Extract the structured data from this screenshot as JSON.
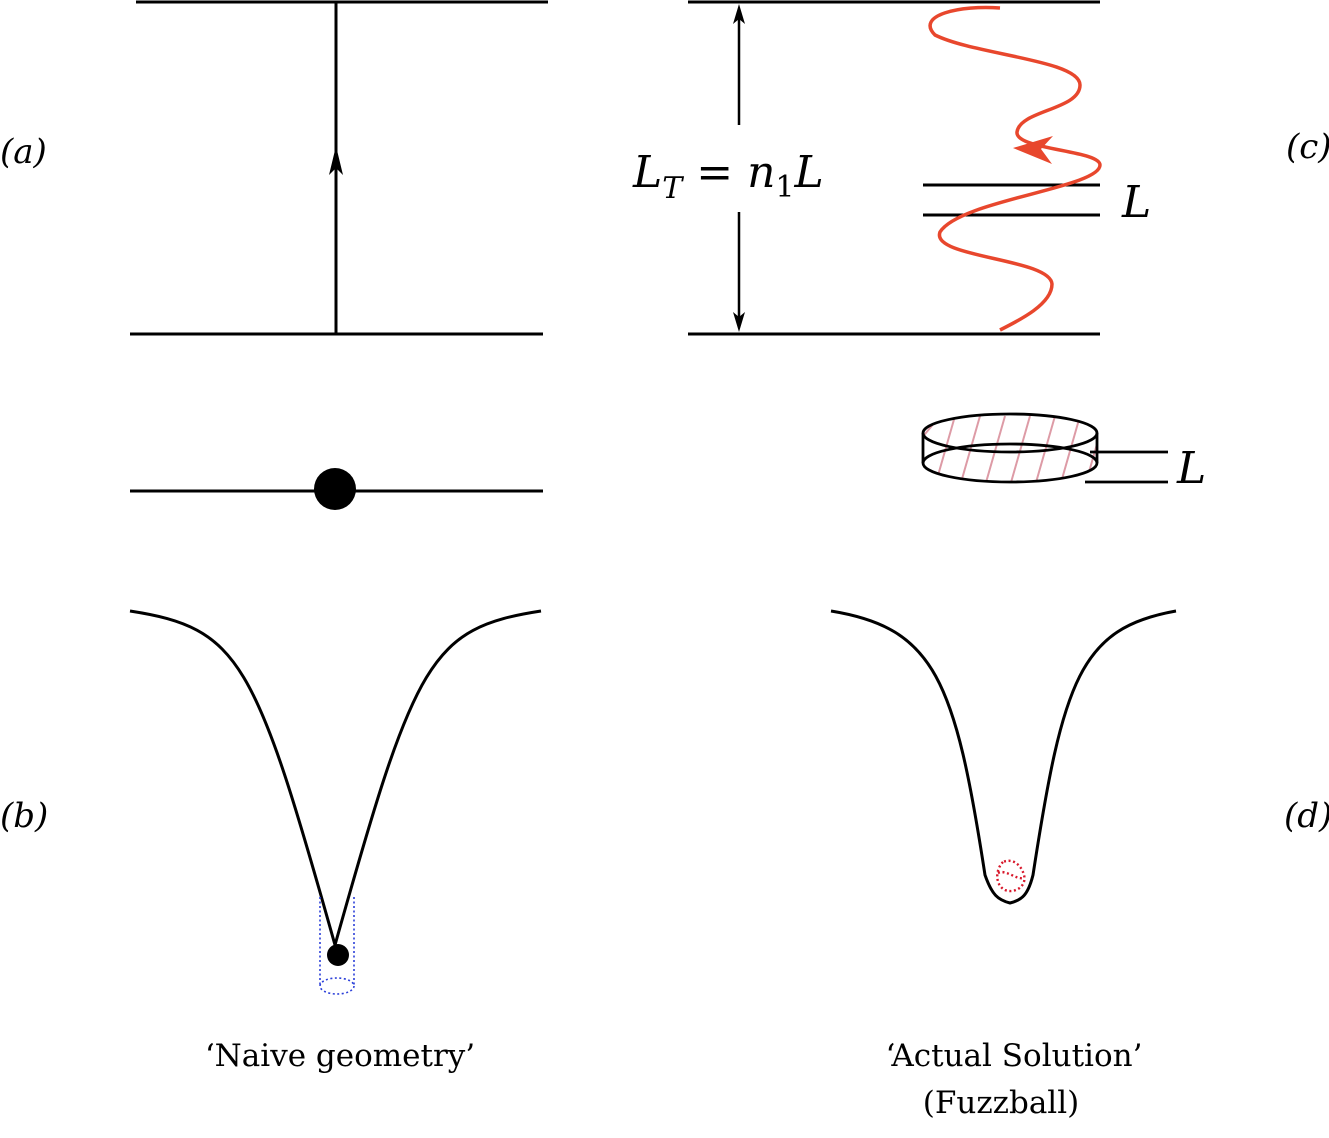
{
  "panel_labels": {
    "a": "(a)",
    "b": "(b)",
    "c": "(c)",
    "d": "(d)"
  },
  "math": {
    "LT_main": "L",
    "LT_sub": "T",
    "LT_eq": " = n",
    "LT_n_sub": "1",
    "LT_tail": "L",
    "L_upper": "L",
    "L_lower": "L"
  },
  "captions": {
    "left": "‘Naive geometry’",
    "right_line1": "‘Actual Solution’",
    "right_line2": "(Fuzzball)"
  },
  "colors": {
    "ink": "#000000",
    "red_wave": "#e8472d",
    "pink_hatch": "#d88a97",
    "blue_dotted": "#2b3fd9",
    "red_dotted": "#d8182b"
  }
}
